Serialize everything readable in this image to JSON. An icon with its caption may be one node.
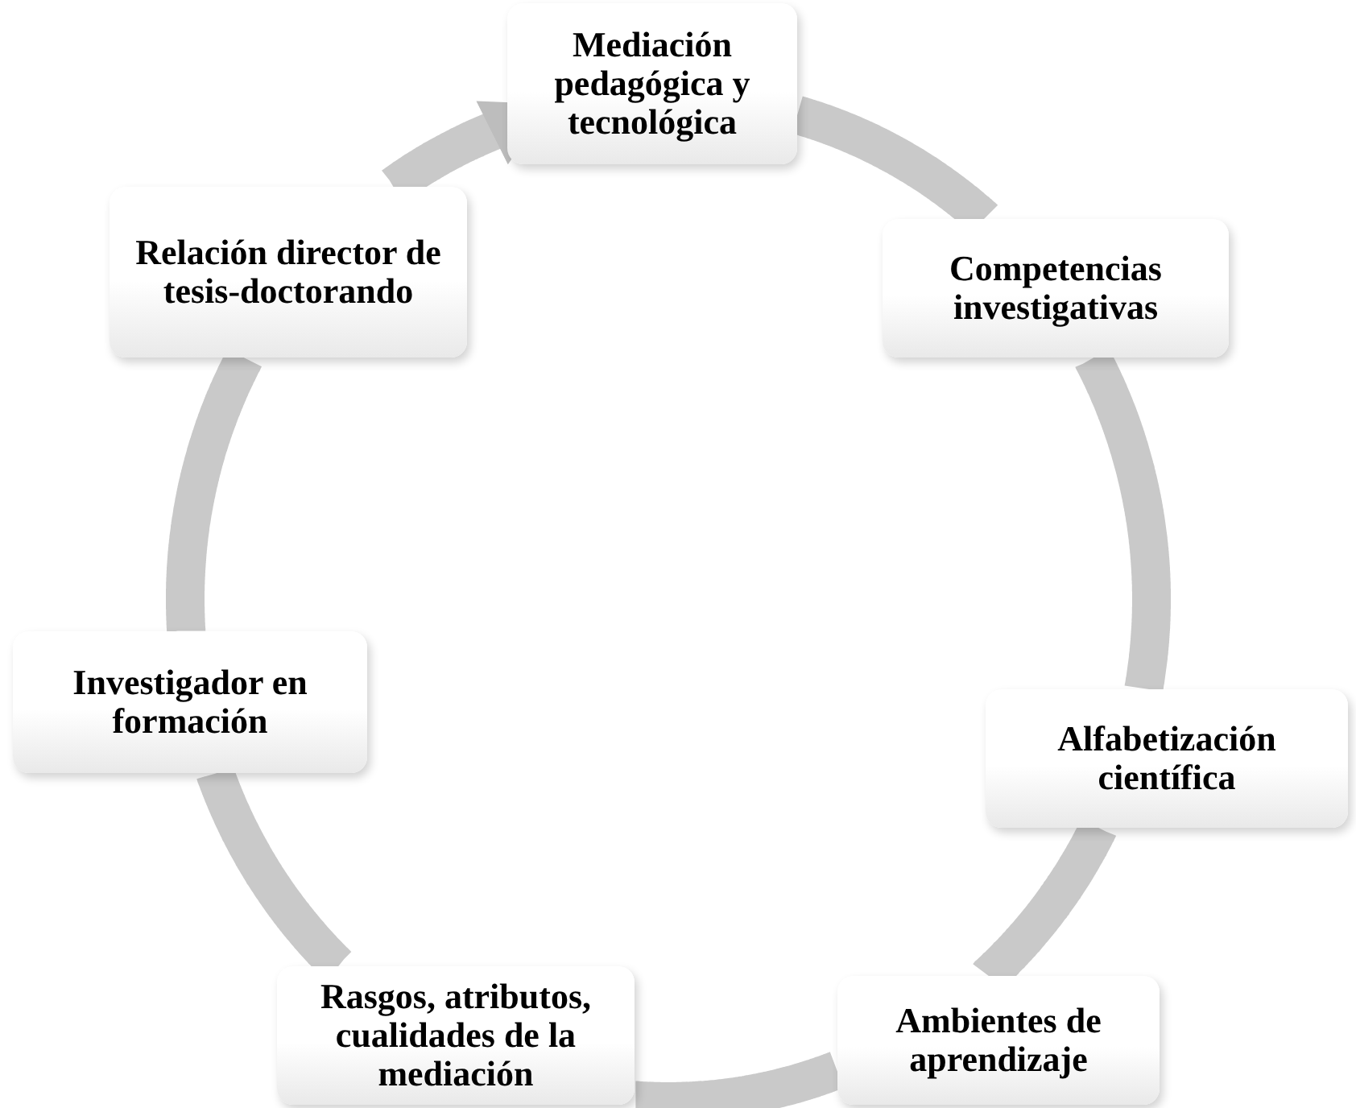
{
  "diagram": {
    "nodes": [
      {
        "text": [
          "Mediación pedagógica y tecnológica"
        ]
      },
      {
        "text": [
          "Competencias investigativas"
        ]
      },
      {
        "text": [
          "Alfabetización científica"
        ]
      },
      {
        "text": [
          "Ambientes de aprendizaje"
        ]
      },
      {
        "text": [
          "Rasgos, atributos, cualidades de la mediación"
        ]
      },
      {
        "text": [
          "Investigador en formación"
        ]
      },
      {
        "text": [
          "Relación director de tesis-doctorando"
        ]
      }
    ],
    "edges": [
      {
        "from": 0,
        "to": 1,
        "arrow": "none"
      },
      {
        "from": 1,
        "to": 2,
        "arrow": "none"
      },
      {
        "from": 2,
        "to": 3,
        "arrow": "none"
      },
      {
        "from": 3,
        "to": 4,
        "arrow": "none"
      },
      {
        "from": 4,
        "to": 5,
        "arrow": "none"
      },
      {
        "from": 5,
        "to": 6,
        "arrow": "none"
      },
      {
        "from": 6,
        "to": 0,
        "arrow": "to"
      }
    ]
  }
}
